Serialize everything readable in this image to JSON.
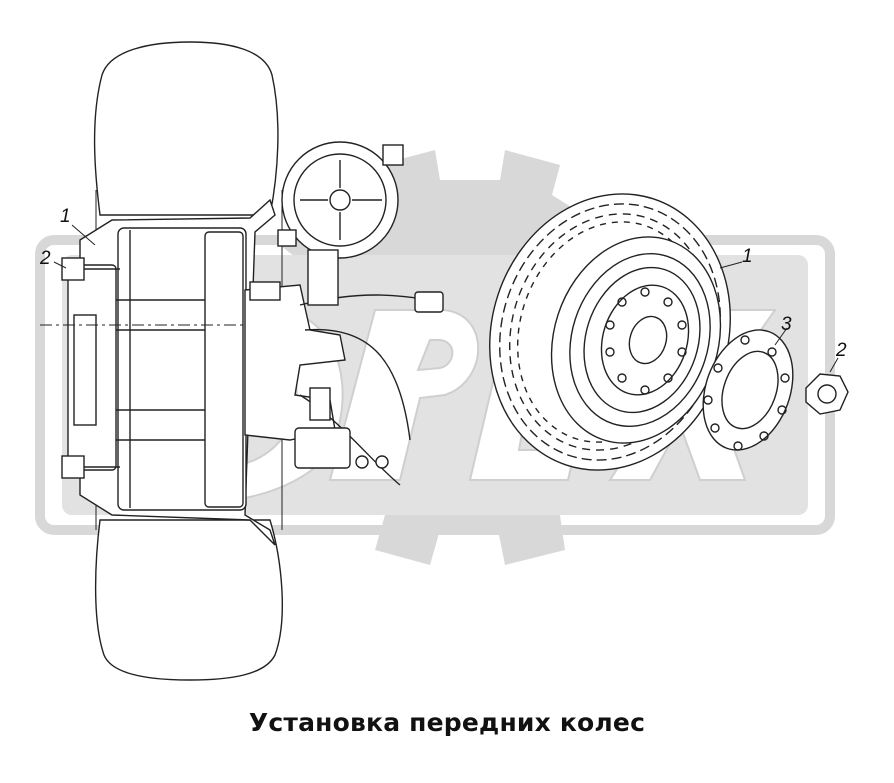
{
  "caption": "Установка передних колес",
  "callouts": {
    "left_1": "1",
    "left_2": "2",
    "right_1": "1",
    "right_3": "3",
    "right_2": "2"
  },
  "watermark": "ORFEX",
  "colors": {
    "watermark": "#d6d6d6",
    "line": "#222222",
    "background": "#ffffff"
  }
}
